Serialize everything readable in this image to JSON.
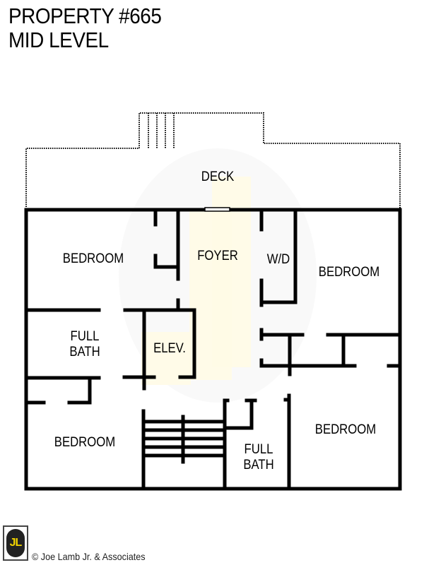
{
  "header": {
    "line1": "PROPERTY #665",
    "line2": "MID LEVEL"
  },
  "rooms": [
    {
      "id": "deck",
      "label": "DECK"
    },
    {
      "id": "bedroom-nw",
      "label": "BEDROOM"
    },
    {
      "id": "foyer",
      "label": "FOYER"
    },
    {
      "id": "wd",
      "label": "W/D"
    },
    {
      "id": "bedroom-ne",
      "label": "BEDROOM"
    },
    {
      "id": "full-bath-w",
      "label": "FULL\nBATH"
    },
    {
      "id": "elevator",
      "label": "ELEV."
    },
    {
      "id": "bedroom-sw",
      "label": "BEDROOM"
    },
    {
      "id": "full-bath-s",
      "label": "FULL\nBATH"
    },
    {
      "id": "bedroom-se",
      "label": "BEDROOM"
    }
  ],
  "watermark": {
    "text": "JL",
    "color": "#fffbe6",
    "circle_color": "#f4f4f4"
  },
  "footer": {
    "logo_text": "JL",
    "copyright": "© Joe Lamb Jr. & Associates",
    "logo_color": "#f3d400"
  }
}
